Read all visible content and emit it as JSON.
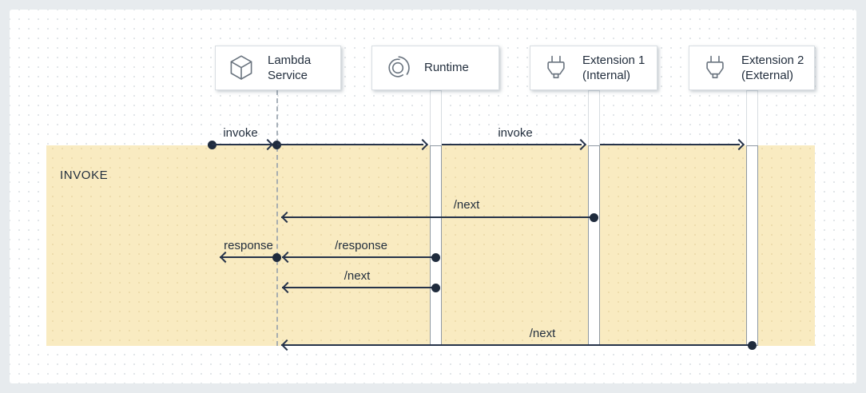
{
  "diagram": {
    "phase": {
      "label": "INVOKE"
    },
    "actors": [
      {
        "label": "Lambda Service",
        "icon": "cube-icon"
      },
      {
        "label": "Runtime",
        "icon": "runtime-cycle-icon"
      },
      {
        "label": "Extension 1 (Internal)",
        "icon": "plug-icon"
      },
      {
        "label": "Extension 2 (External)",
        "icon": "plug-icon"
      }
    ],
    "messages": [
      {
        "label": "invoke",
        "from": "caller",
        "to": "Lambda Service"
      },
      {
        "label": "invoke",
        "from": "Lambda Service",
        "to": "Runtime, Extension 1, Extension 2"
      },
      {
        "label": "/next",
        "from": "Extension 1 (Internal)",
        "to": "Lambda Service"
      },
      {
        "label": "response",
        "from": "Lambda Service",
        "to": "caller"
      },
      {
        "label": "/response",
        "from": "Runtime",
        "to": "Lambda Service"
      },
      {
        "label": "/next",
        "from": "Runtime",
        "to": "Lambda Service"
      },
      {
        "label": "/next",
        "from": "Extension 2 (External)",
        "to": "Lambda Service"
      }
    ],
    "colors": {
      "invoke_band": "#f9ebc1",
      "line": "#26334a",
      "text": "#232f3e",
      "icon_stroke": "#6b7580",
      "canvas": "#ffffff",
      "outer_background": "#e7ebee"
    }
  }
}
